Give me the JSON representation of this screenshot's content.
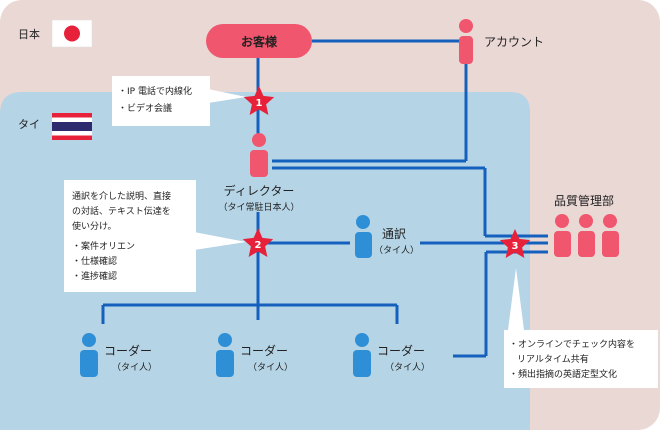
{
  "regions": {
    "japan": {
      "label": "日本"
    },
    "thailand": {
      "label": "タイ"
    }
  },
  "nodes": {
    "customer": {
      "label": "お客様"
    },
    "account": {
      "label": "アカウント"
    },
    "director": {
      "label": "ディレクター",
      "sub": "（タイ常駐日本人）"
    },
    "interpreter": {
      "label": "通訳",
      "sub": "（タイ人）"
    },
    "qa": {
      "label": "品質管理部"
    },
    "coder1": {
      "label": "コーダー",
      "sub": "（タイ人）"
    },
    "coder2": {
      "label": "コーダー",
      "sub": "（タイ人）"
    },
    "coder3": {
      "label": "コーダー",
      "sub": "（タイ人）"
    }
  },
  "badges": {
    "b1": "1",
    "b2": "2",
    "b3": "3"
  },
  "callouts": {
    "c1": {
      "lines": [
        "・IP 電話で内線化",
        "・ビデオ会議"
      ]
    },
    "c2": {
      "lines": [
        "通訳を介した説明、直接",
        "の対話、テキスト伝達を",
        "使い分け。",
        "・案件オリエン",
        "・仕様確認",
        "・進捗確認"
      ]
    },
    "c3": {
      "lines": [
        "・オンラインでチェック内容を",
        "リアルタイム共有",
        "・頻出指摘の英語定型文化"
      ]
    }
  },
  "colors": {
    "japan_bg": "#ead8d5",
    "thai_bg": "#b5d4e6",
    "line": "#1560bd",
    "pink": "#f0566e",
    "person_blue": "#2f8fd6",
    "badge_red": "#e8213a",
    "text": "#222222"
  }
}
